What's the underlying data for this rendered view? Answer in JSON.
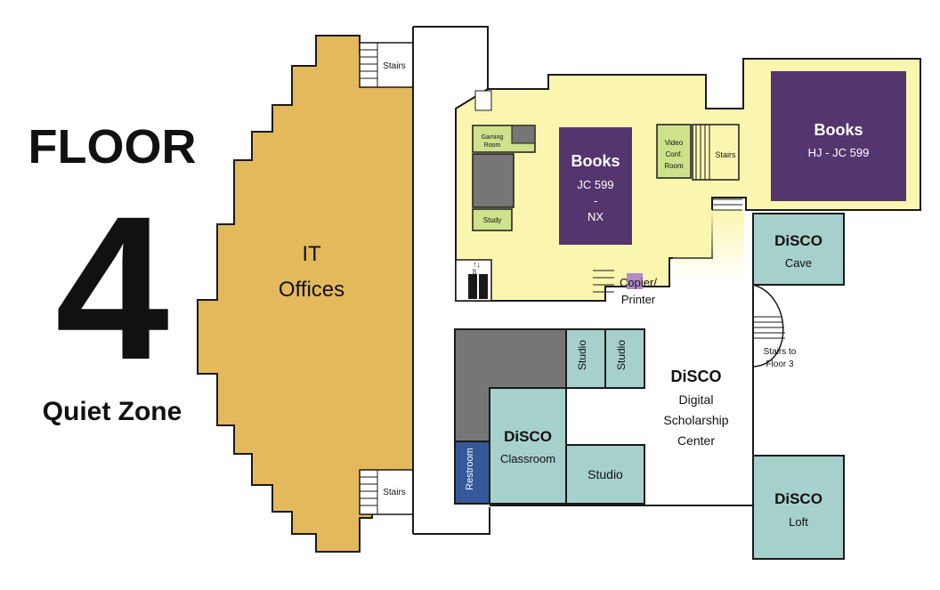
{
  "heading": {
    "floor_word": "FLOOR",
    "floor_number": "4",
    "zone": "Quiet Zone"
  },
  "colors": {
    "it_offices": "#E3B95C",
    "library_wing": "#FBF6AF",
    "books": "#54356E",
    "disco": "#A6D0CC",
    "small_rooms": "#CDE28A",
    "gray_rooms": "#767676",
    "restroom": "#35589A",
    "copier": "#B58AC7",
    "walls": "#1a1a1a"
  },
  "rooms": {
    "it_offices": {
      "line1": "IT",
      "line2": "Offices"
    },
    "stairs_top": "Stairs",
    "stairs_bottom": "Stairs",
    "stairs_right": "Stairs",
    "gaming_room": {
      "line1": "Gaming",
      "line2": "Room"
    },
    "study": "Study",
    "books_center": {
      "title": "Books",
      "line1": "JC 599",
      "line2": "-",
      "line3": "NX"
    },
    "video_conf": {
      "line1": "Video",
      "line2": "Conf.",
      "line3": "Room"
    },
    "books_right": {
      "title": "Books",
      "line1": "HJ - JC 599"
    },
    "disco_cave": {
      "title": "DiSCO",
      "line1": "Cave"
    },
    "elevator": "Elevator",
    "copier": {
      "line1": "Copier/",
      "line2": "Printer"
    },
    "stairs_to_floor3": {
      "line1": "Stairs to",
      "line2": "Floor 3"
    },
    "studio_1": "Studio",
    "studio_2": "Studio",
    "studio_3": "Studio",
    "disco_center": {
      "title": "DiSCO",
      "line1": "Digital",
      "line2": "Scholarship",
      "line3": "Center"
    },
    "disco_classroom": {
      "title": "DiSCO",
      "line1": "Classroom"
    },
    "restroom": "Restroom",
    "disco_loft": {
      "title": "DiSCO",
      "line1": "Loft"
    }
  }
}
